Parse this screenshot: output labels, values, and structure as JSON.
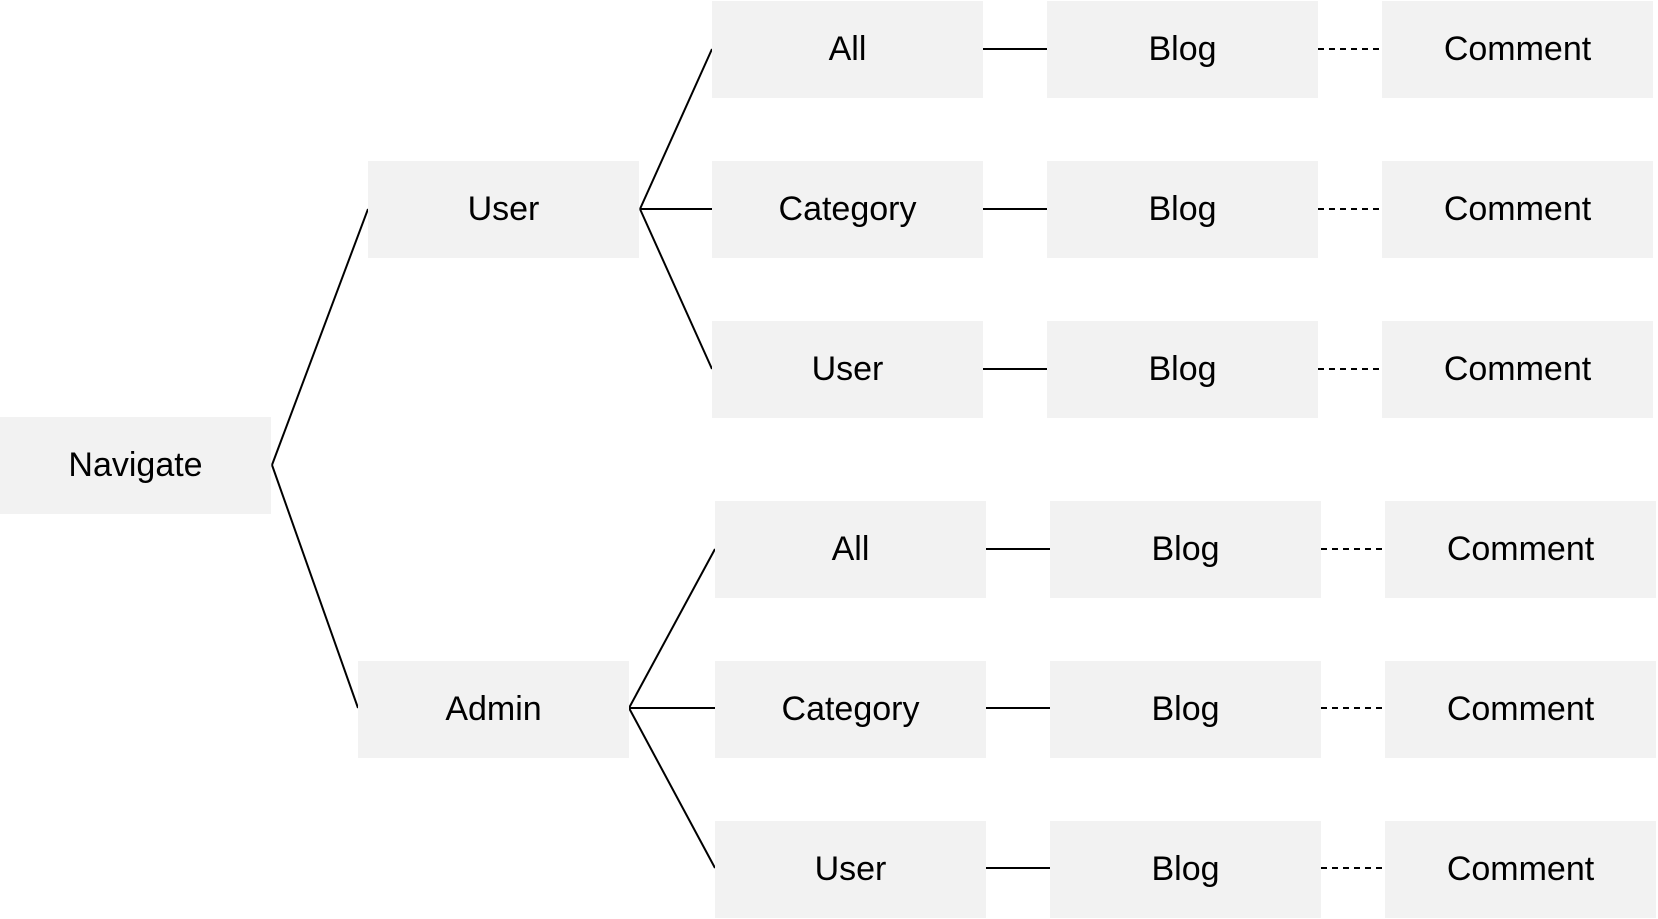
{
  "diagram": {
    "root": {
      "label": "Navigate"
    },
    "branches": [
      {
        "label": "User",
        "children": [
          {
            "label": "All",
            "blog": "Blog",
            "comment": "Comment"
          },
          {
            "label": "Category",
            "blog": "Blog",
            "comment": "Comment"
          },
          {
            "label": "User",
            "blog": "Blog",
            "comment": "Comment"
          }
        ]
      },
      {
        "label": "Admin",
        "children": [
          {
            "label": "All",
            "blog": "Blog",
            "comment": "Comment"
          },
          {
            "label": "Category",
            "blog": "Blog",
            "comment": "Comment"
          },
          {
            "label": "User",
            "blog": "Blog",
            "comment": "Comment"
          }
        ]
      }
    ],
    "edge_styles": {
      "branch_to_child": "solid",
      "child_to_blog": "solid",
      "blog_to_comment": "dashed"
    },
    "colors": {
      "node_fill": "#f2f2f2",
      "line": "#000000",
      "text": "#000000"
    }
  }
}
